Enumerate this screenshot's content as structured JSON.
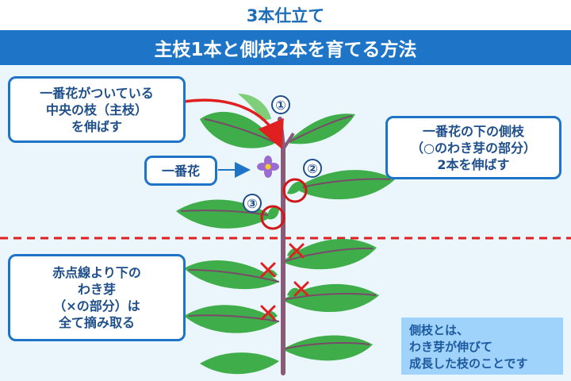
{
  "header": {
    "title": "3本仕立て",
    "subtitle": "主枝1本と側枝2本を育てる方法"
  },
  "callouts": {
    "main_branch": [
      "一番花がついている",
      "中央の枝（主枝）",
      "を伸ばす"
    ],
    "first_flower": "一番花",
    "side_branches": [
      "一番花の下の側枝",
      "（○のわき芽の部分）",
      "2本を伸ばす"
    ],
    "remove_buds": [
      "赤点線より下の",
      "わき芽",
      "（×の部分）は",
      "全て摘み取る"
    ]
  },
  "markers": [
    "①",
    "②",
    "③"
  ],
  "note": [
    "側枝とは、",
    "わき芽が伸びて",
    "成長した枝のことです"
  ],
  "colors": {
    "blue": "#1e74c6",
    "background": "#eaf6fc",
    "leaf": "#3fae4a",
    "leaf_light": "#7fcf7a",
    "stem": "#8a5a7a",
    "red": "#e02020",
    "flower": "#9b6bd0"
  }
}
